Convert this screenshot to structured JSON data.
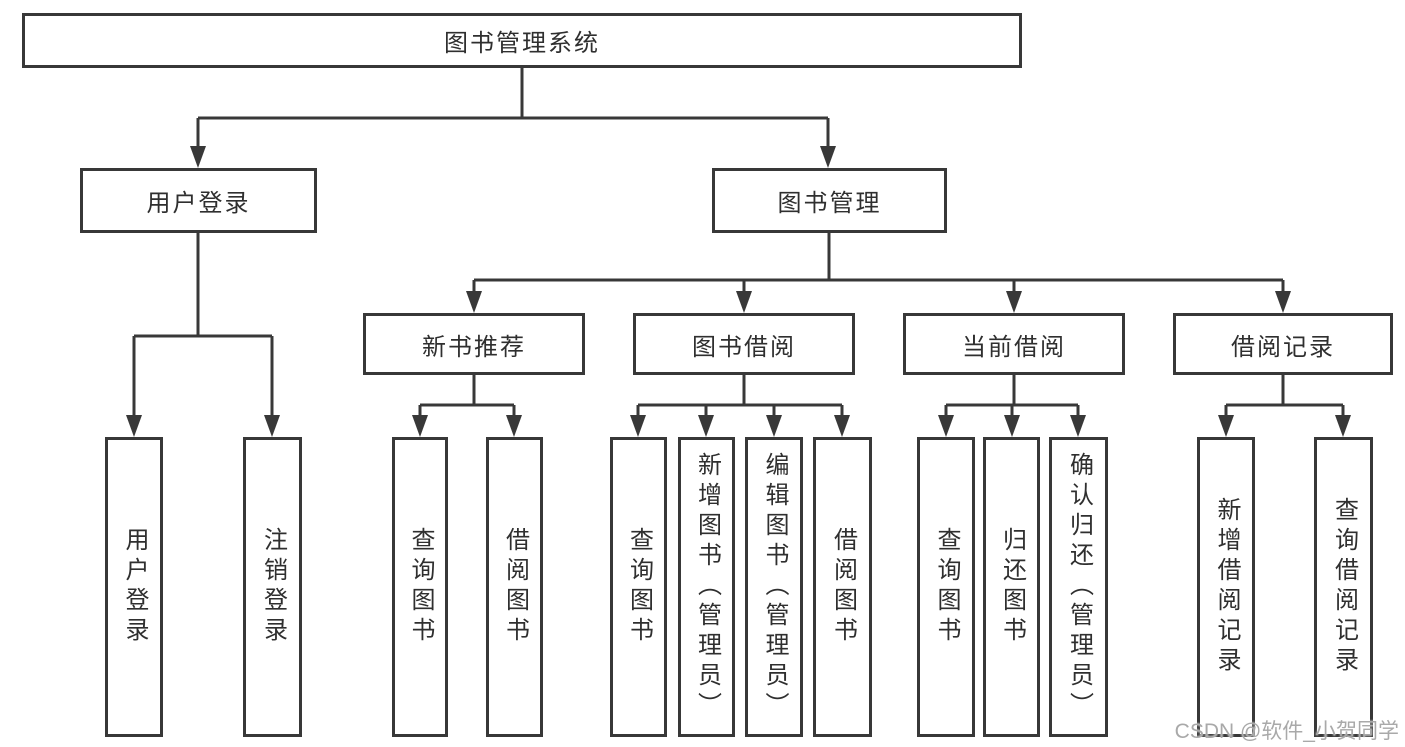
{
  "diagram": {
    "root": {
      "id": "root",
      "label": "图书管理系统"
    },
    "level2": [
      {
        "id": "user-login",
        "label": "用户登录",
        "children": [
          "用户登录",
          "注销登录"
        ]
      },
      {
        "id": "book-management",
        "label": "图书管理",
        "children": [
          "新书推荐",
          "图书借阅",
          "当前借阅",
          "借阅记录"
        ]
      }
    ],
    "level3": [
      {
        "id": "new-book-recommend",
        "label": "新书推荐",
        "children": [
          "查询图书",
          "借阅图书"
        ]
      },
      {
        "id": "book-borrow",
        "label": "图书借阅",
        "children": [
          "查询图书",
          "新增图书（管理员）",
          "编辑图书（管理员）",
          "借阅图书"
        ]
      },
      {
        "id": "current-borrow",
        "label": "当前借阅",
        "children": [
          "查询图书",
          "归还图书",
          "确认归还（管理员）"
        ]
      },
      {
        "id": "borrow-records",
        "label": "借阅记录",
        "children": [
          "新增借阅记录",
          "查询借阅记录"
        ]
      }
    ],
    "leaves": [
      {
        "label": "用户登录"
      },
      {
        "label": "注销登录"
      },
      {
        "label": "查询图书"
      },
      {
        "label": "借阅图书"
      },
      {
        "label": "查询图书"
      },
      {
        "label": "新增图书（管理员）"
      },
      {
        "label": "编辑图书（管理员）"
      },
      {
        "label": "借阅图书"
      },
      {
        "label": "查询图书"
      },
      {
        "label": "归还图书"
      },
      {
        "label": "确认归还（管理员）"
      },
      {
        "label": "新增借阅记录"
      },
      {
        "label": "查询借阅记录"
      }
    ]
  },
  "watermark": {
    "text": "CSDN @软件_小贺同学",
    "color": "#a9a9a9"
  },
  "colors": {
    "line": "#383838",
    "border": "#383838",
    "text": "#2f2f2f",
    "background": "#ffffff"
  }
}
